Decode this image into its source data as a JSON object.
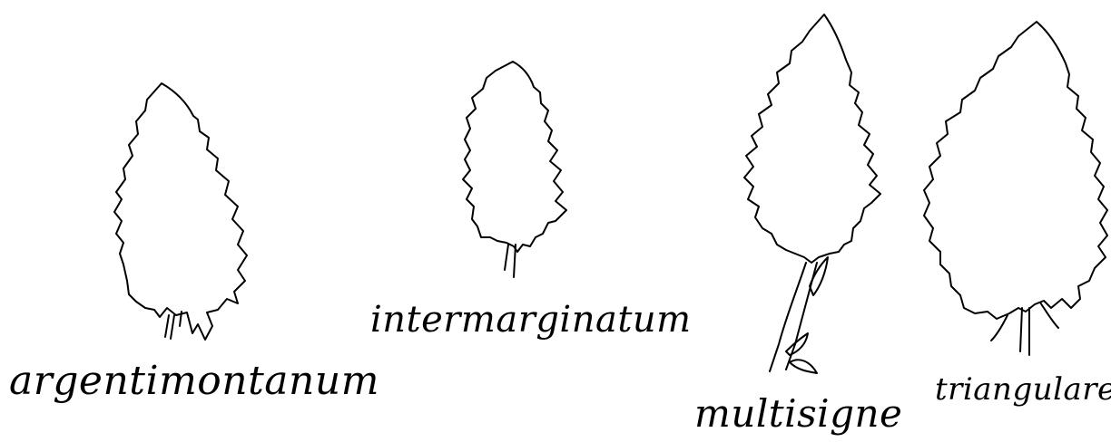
{
  "species": [
    {
      "label": "argentimontanum",
      "icon": "leaf-argentimontanum-icon"
    },
    {
      "label": "intermarginatum",
      "icon": "leaf-intermarginatum-icon"
    },
    {
      "label": "multisigne",
      "icon": "leaf-multisigne-icon"
    },
    {
      "label": "triangulare",
      "icon": "leaf-triangulare-icon"
    }
  ],
  "colors": {
    "line": "#000000",
    "background": "#ffffff"
  }
}
